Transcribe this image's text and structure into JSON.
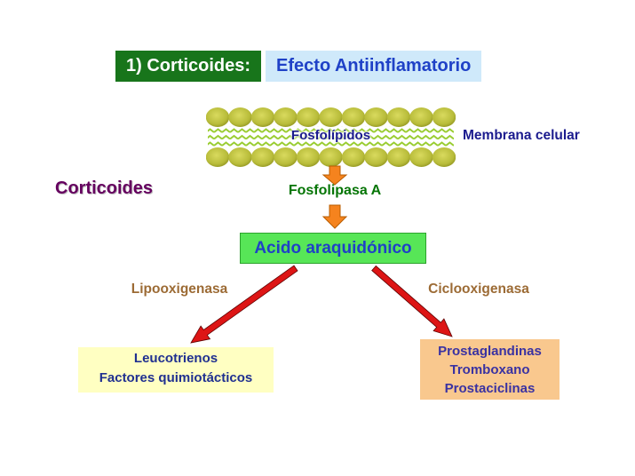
{
  "slide": {
    "title_number_part": "1) Corticoides:",
    "title_effect_part": "Efecto Antiinflamatorio"
  },
  "membrane": {
    "label": "Fosfolípidos",
    "side_label": "Membrana celular"
  },
  "actor_label": "Corticoides",
  "enzymes": {
    "phospholipase": "Fosfolipasa A",
    "lipoxygenase": "Lipooxigenasa",
    "cyclooxygenase": "Ciclooxigenasa"
  },
  "central_box": {
    "label": "Acido araquidónico"
  },
  "outcome_boxes": {
    "left": {
      "lines": [
        "Leucotrienos",
        "Factores quimiotácticos"
      ]
    },
    "right": {
      "lines": [
        "Prostaglandinas",
        "Tromboxano",
        "Prostaciclinas"
      ]
    }
  },
  "icons": {
    "down_arrow": "orange-block-down-arrow-icon",
    "branch_arrow": "red-diagonal-arrow-icon",
    "membrane_graphic": "phospholipid-bilayer-icon"
  },
  "colors": {
    "title-green-bg": "#18751b",
    "title-green-text": "#ffffff",
    "title-blue-bg": "#cfe9fa",
    "title-blue-text": "#1f41c7",
    "navy-text": "#1b1b8e",
    "purple-text": "#65005f",
    "green-enzyme-text": "#057505",
    "brown-enzyme-text": "#9c6b35",
    "central-box-bg": "#57e657",
    "central-box-text": "#1f41c7",
    "left-box-bg": "#ffffc2",
    "left-box-text": "#203090",
    "right-box-bg": "#f9c88e",
    "right-box-text": "#3a32a2",
    "orange-arrow": "#f5831e",
    "orange-arrow-border": "#b85c00",
    "red-arrow": "#dd1515",
    "membrane-head": "#b8bc3a",
    "membrane-tail": "#9acd32"
  }
}
